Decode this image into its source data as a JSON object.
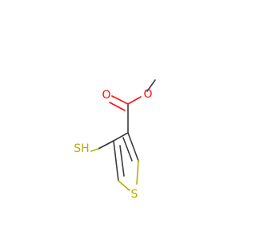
{
  "molecule": {
    "atoms": {
      "carbonyl_oxygen": "O",
      "ester_oxygen": "O",
      "thiol_sulfur": "SH",
      "ring_sulfur": "S"
    },
    "colors": {
      "bond": "#3b3b3b",
      "oxygen": "#ff0d0d",
      "sulfur": "#b2b000"
    }
  }
}
